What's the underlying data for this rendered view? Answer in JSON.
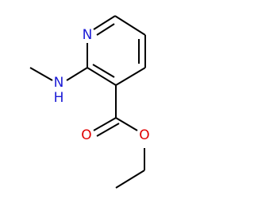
{
  "structure": {
    "atoms": {
      "ring_nitrogen": {
        "label": "N",
        "color": "#1b1bd6"
      },
      "amine_nitrogen": {
        "label": "N",
        "h_label": "H",
        "color": "#1b1bd6"
      },
      "carbonyl_oxygen": {
        "label": "O",
        "color": "#e00000"
      },
      "ester_oxygen": {
        "label": "O",
        "color": "#e00000"
      }
    }
  }
}
